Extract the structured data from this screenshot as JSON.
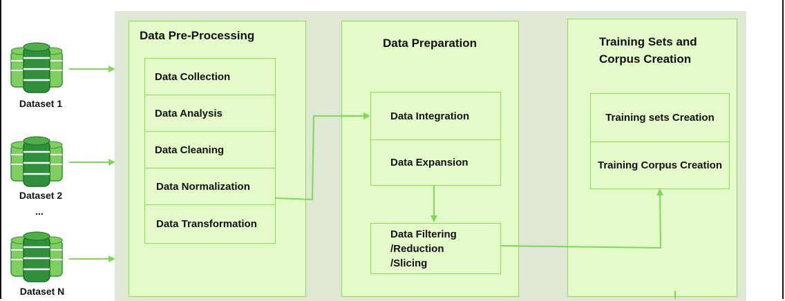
{
  "datasets": [
    {
      "label": "Dataset 1"
    },
    {
      "label": "Dataset 2"
    },
    {
      "label": "Dataset N"
    }
  ],
  "ellipsis": "...",
  "preprocessing": {
    "title": "Data Pre-Processing",
    "steps": [
      "Data Collection",
      "Data Analysis",
      "Data Cleaning",
      "Data Normalization",
      "Data Transformation"
    ]
  },
  "preparation": {
    "title": "Data Preparation",
    "steps": [
      "Data Integration",
      "Data Expansion"
    ],
    "filter_lines": [
      "Data Filtering",
      "/Reduction",
      "/Slicing"
    ]
  },
  "training": {
    "title_lines": [
      "Training Sets and",
      "Corpus Creation"
    ],
    "steps": [
      "Training sets Creation",
      "Training Corpus Creation"
    ]
  },
  "colors": {
    "accent_green": "#7ed957",
    "border_green": "#8ddb4f",
    "box_fill": "#e4fac9",
    "panel_bg": "#dfe8d4",
    "db_dark": "#2f8f3a",
    "db_light": "#7fcf5f"
  }
}
